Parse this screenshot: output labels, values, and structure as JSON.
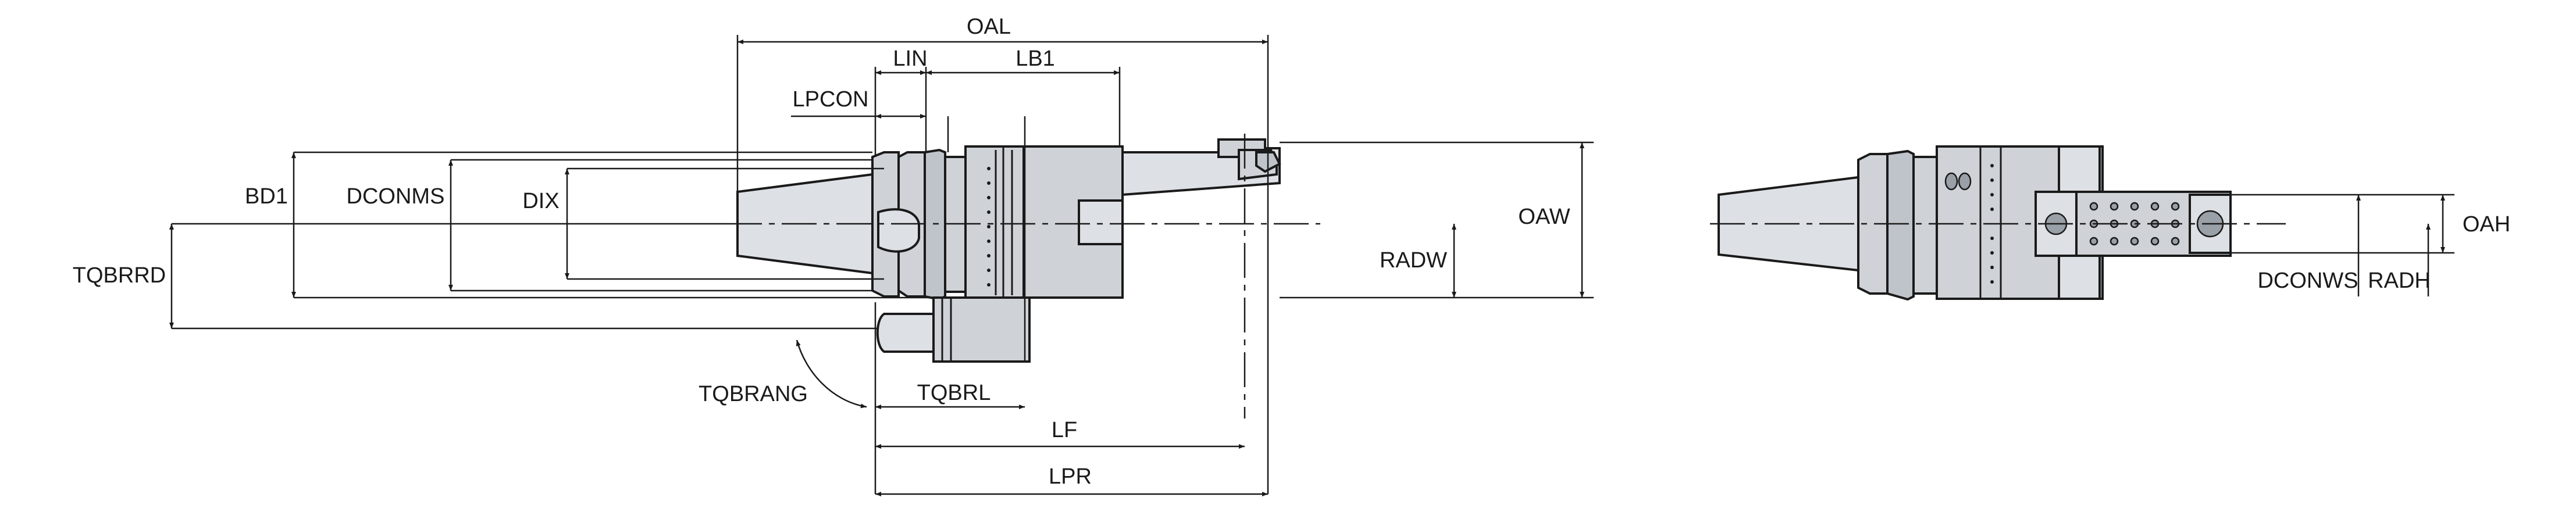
{
  "labels": {
    "oal": "OAL",
    "lin": "LIN",
    "lb1": "LB1",
    "lpcon": "LPCON",
    "bd1": "BD1",
    "dconms": "DCONMS",
    "dix": "DIX",
    "tqbrrd": "TQBRRD",
    "oaw": "OAW",
    "radw": "RADW",
    "tqbrang": "TQBRANG",
    "tqbrl": "TQBRL",
    "lf": "LF",
    "lpr": "LPR",
    "oah": "OAH",
    "dconws": "DCONWS",
    "radh": "RADH"
  },
  "colors": {
    "body": "#cfd3d8",
    "line": "#1a1a1a",
    "background": "#ffffff"
  }
}
